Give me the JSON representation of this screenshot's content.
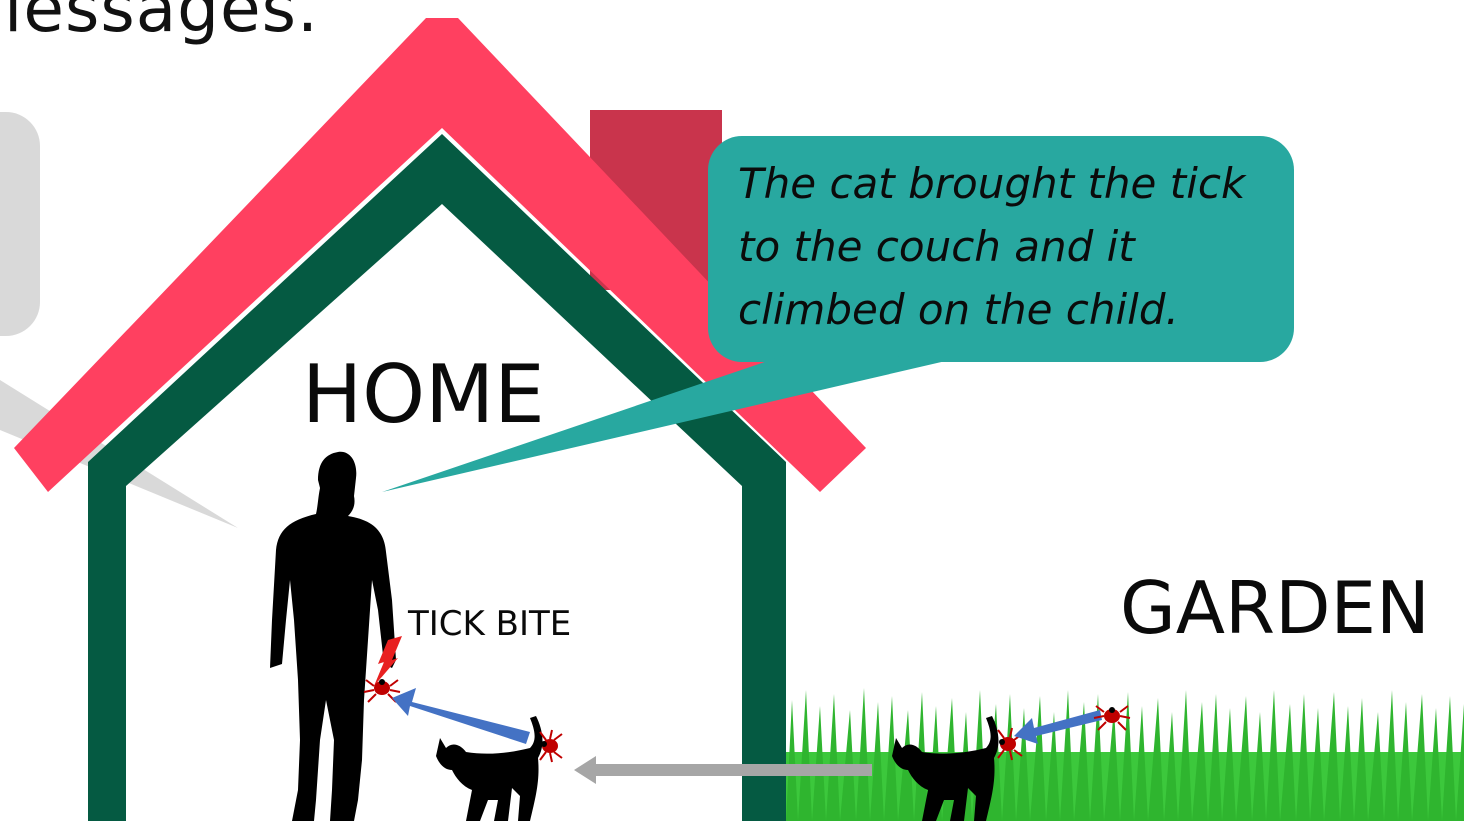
{
  "title_fragment": "lessages.",
  "callout": {
    "text": "The cat brought the tick to the couch and it climbed on the child."
  },
  "labels": {
    "home": "HOME",
    "garden": "GARDEN",
    "tick_bite": "TICK BITE"
  },
  "colors": {
    "roof": "#ff4060",
    "house_frame": "#055a42",
    "chimney": "#c9344c",
    "callout_bg": "#28a8a0",
    "gray_bubble": "#d9d9d9",
    "grass": "#3cc83c",
    "blue_arrow": "#4472c4",
    "gray_arrow": "#a6a6a6"
  }
}
